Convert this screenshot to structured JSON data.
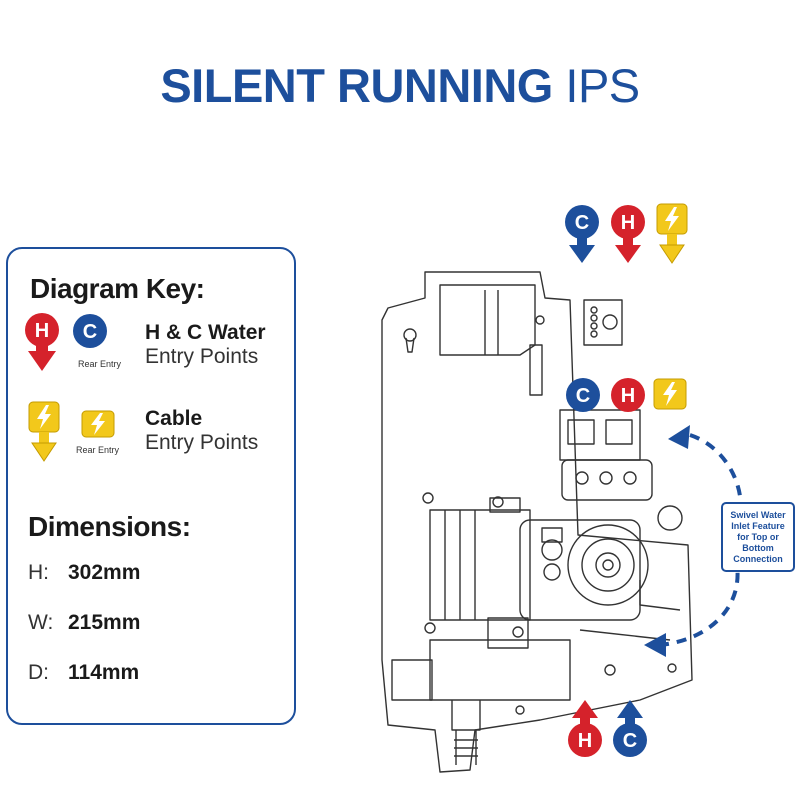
{
  "title": {
    "bold": "SILENT RUNNING",
    "light": "IPS"
  },
  "key": {
    "heading": "Diagram Key:",
    "water": {
      "line1": "H & C Water",
      "line2": "Entry Points",
      "rear": "Rear Entry"
    },
    "cable": {
      "line1": "Cable",
      "line2": "Entry Points",
      "rear": "Rear Entry"
    },
    "hot_letter": "H",
    "cold_letter": "C"
  },
  "dimensions": {
    "heading": "Dimensions:",
    "rows": [
      {
        "label": "H:",
        "value": "302mm"
      },
      {
        "label": "W:",
        "value": "215mm"
      },
      {
        "label": "D:",
        "value": "114mm"
      }
    ]
  },
  "callout": {
    "line1": "Swivel Water",
    "line2": "Inlet Feature",
    "line3": "for Top or",
    "line4": "Bottom",
    "line5": "Connection"
  },
  "colors": {
    "brand_blue": "#1d4f9c",
    "hot_red": "#d5222b",
    "cable_yellow": "#f2c81b",
    "line": "#333333"
  },
  "icons": [
    "hot-water-icon",
    "cold-water-icon",
    "cable-icon",
    "curved-arrow-icon"
  ]
}
